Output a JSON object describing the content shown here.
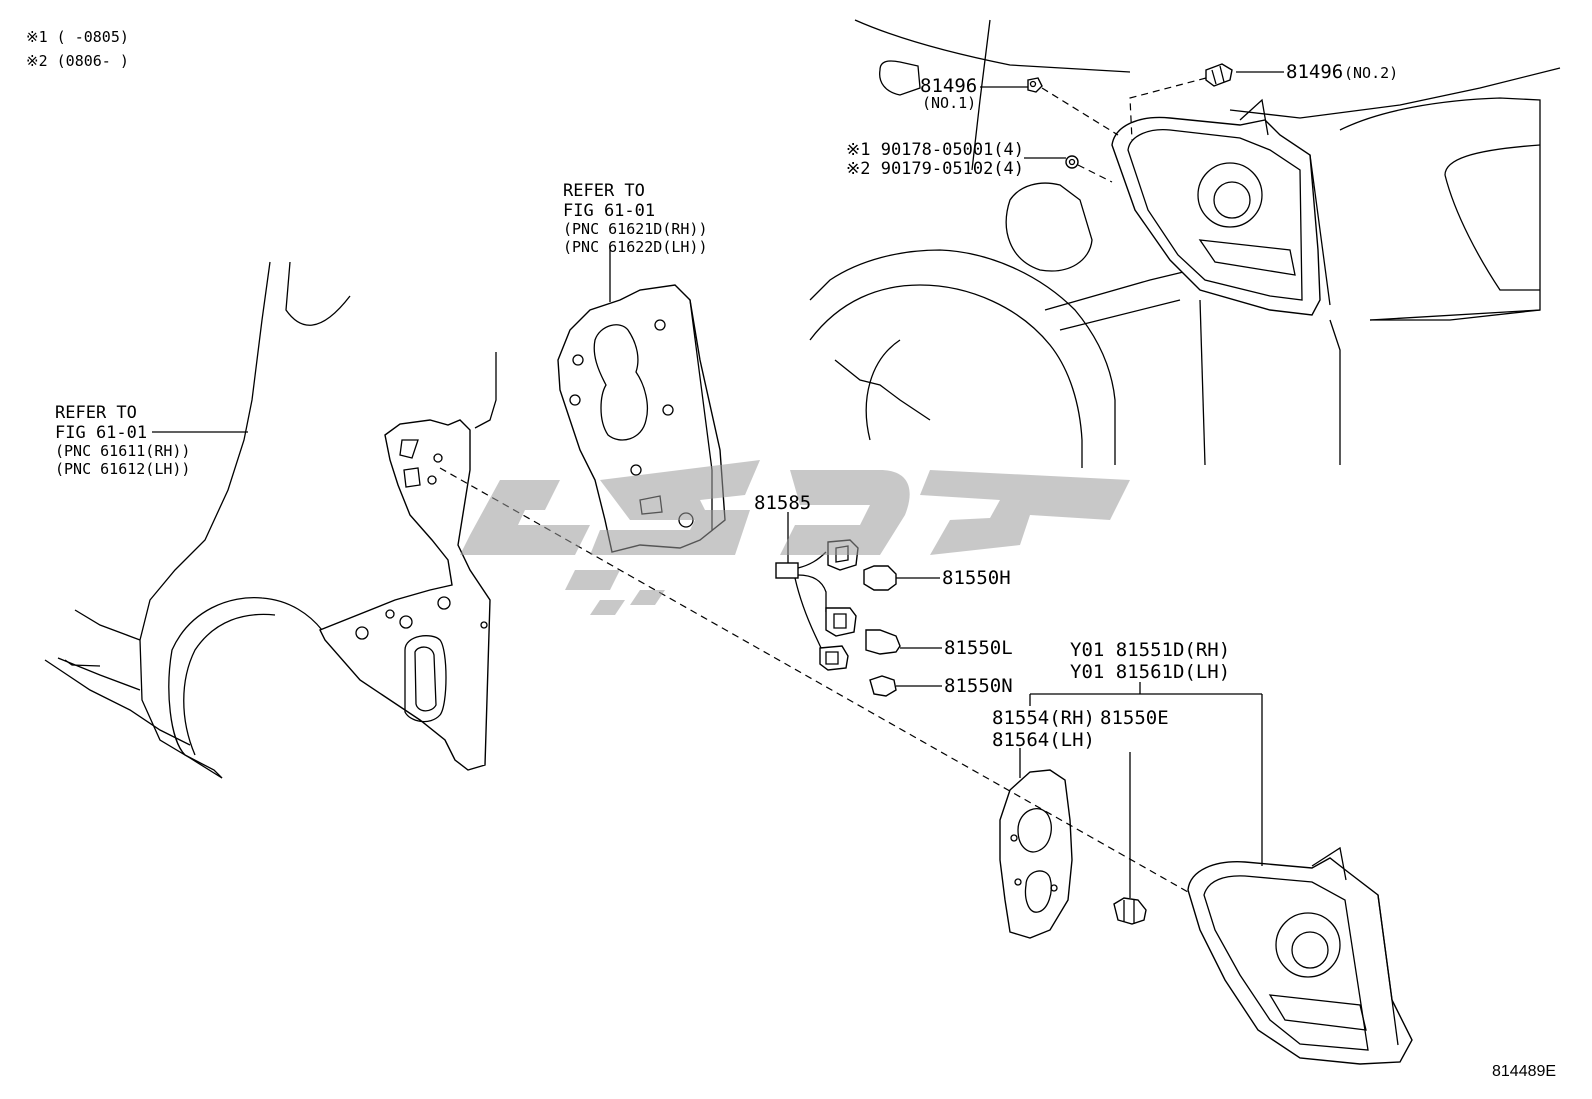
{
  "notes": {
    "note1": "※1 (      -0805)",
    "note2": "※2 (0806-      )"
  },
  "labels": {
    "refer_left": [
      "REFER TO",
      "FIG 61-01",
      "(PNC 61611(RH))",
      "(PNC 61612(LH))"
    ],
    "refer_center": [
      "REFER TO",
      "FIG 61-01",
      "(PNC 61621D(RH))",
      "(PNC 61622D(LH))"
    ],
    "p81496_no1": "81496",
    "p81496_no1_sub": "(NO.1)",
    "p81496_no2": "81496",
    "p81496_no2_sub": "(NO.2)",
    "screw1": "※1 90178-05001(4)",
    "screw2": "※2 90179-05102(4)",
    "p81585": "81585",
    "p81550H": "81550H",
    "p81550L": "81550L",
    "p81550N": "81550N",
    "lamp_rh": "Y01 81551D(RH)",
    "lamp_lh": "Y01 81561D(LH)",
    "gasket_rh": "81554(RH)",
    "gasket_lh": "81564(LH)",
    "p81550E": "81550E",
    "figure_id": "814489E"
  },
  "colors": {
    "line": "#000000",
    "background": "#ffffff",
    "watermark": "#9a9a9a"
  },
  "icons": {
    "watermark": "brand-watermark-logo"
  }
}
